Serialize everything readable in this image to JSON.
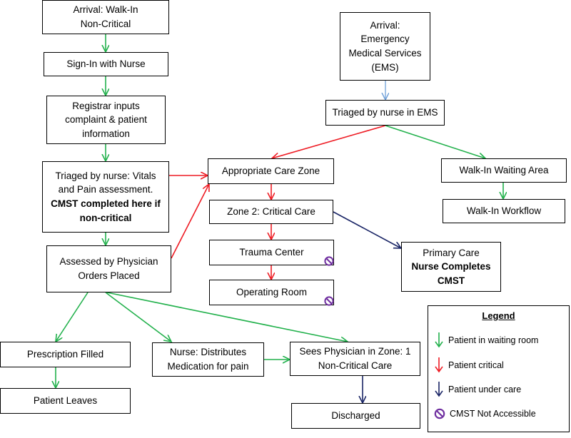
{
  "nodes": {
    "arrival_walkin": [
      "Arrival: Walk-In",
      "Non-Critical"
    ],
    "sign_in": [
      "Sign-In with Nurse"
    ],
    "registrar": [
      "Registrar inputs",
      "complaint & patient",
      "information"
    ],
    "triaged_vitals": [
      "Triaged by nurse: Vitals",
      "and Pain assessment."
    ],
    "triaged_vitals_bold": [
      "CMST completed here if",
      "non-critical"
    ],
    "assessed": [
      "Assessed by Physician",
      "Orders Placed"
    ],
    "prescription": [
      "Prescription Filled"
    ],
    "patient_leaves": [
      "Patient Leaves"
    ],
    "nurse_distributes": [
      "Nurse: Distributes",
      "Medication for pain"
    ],
    "sees_physician": [
      "Sees Physician in Zone: 1",
      "Non-Critical Care"
    ],
    "discharged": [
      "Discharged"
    ],
    "arrival_ems": [
      "Arrival:",
      "Emergency",
      "Medical Services",
      "(EMS)"
    ],
    "triaged_ems": [
      "Triaged by nurse in EMS"
    ],
    "care_zone": [
      "Appropriate Care Zone"
    ],
    "zone2": [
      "Zone 2: Critical Care"
    ],
    "trauma": [
      "Trauma Center"
    ],
    "operating": [
      "Operating Room"
    ],
    "primary_care": [
      "Primary Care"
    ],
    "primary_care_bold": [
      "Nurse Completes",
      "CMST"
    ],
    "walkin_waiting": [
      "Walk-In Waiting Area"
    ],
    "walkin_workflow": [
      "Walk-In Workflow"
    ]
  },
  "legend": {
    "title": "Legend",
    "items": [
      {
        "label": "Patient in waiting room",
        "icon": "green-arrow-icon",
        "color": "#22b14c"
      },
      {
        "label": "Patient critical",
        "icon": "red-arrow-icon",
        "color": "#ee1c24"
      },
      {
        "label": "Patient under care",
        "icon": "navy-arrow-icon",
        "color": "#1a2566"
      },
      {
        "label": "CMST Not Accessible",
        "icon": "no-access-icon",
        "color": "#7030a0"
      }
    ]
  },
  "colors": {
    "waiting": "#22b14c",
    "critical": "#ee1c24",
    "under_care": "#1a2566",
    "ems_light": "#6fa0d8",
    "no_access": "#7030a0"
  }
}
